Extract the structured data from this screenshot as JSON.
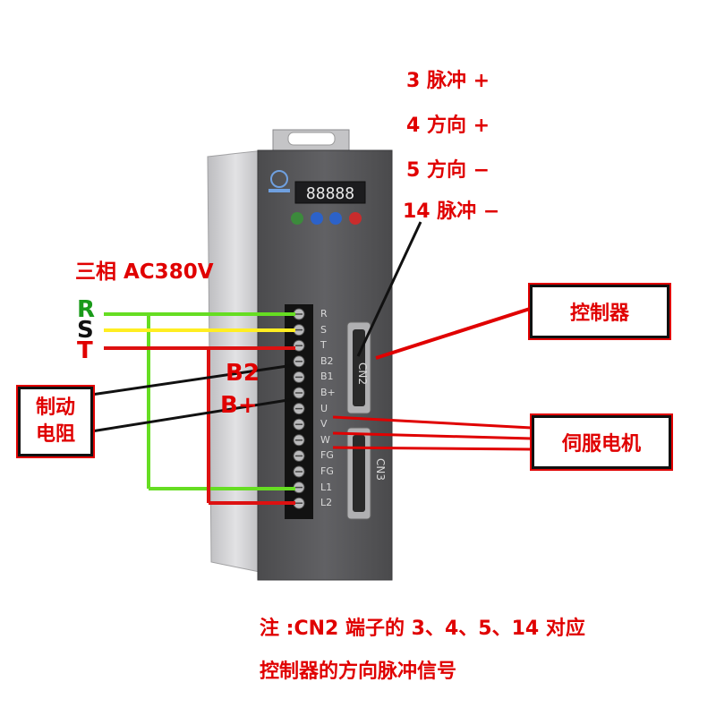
{
  "pulse_signals": [
    "3 脉冲 +",
    "4 方向 +",
    "5 方向 −",
    "14 脉冲 −"
  ],
  "power_title": "三相 AC380V",
  "phases": [
    {
      "label": "R",
      "color": "#1a9a1a"
    },
    {
      "label": "S",
      "color": "#111111"
    },
    {
      "label": "T",
      "color": "#e00000"
    }
  ],
  "brake_resistor": {
    "line1": "制动",
    "line2": "电阻"
  },
  "brake_terminals": [
    "B2",
    "B+"
  ],
  "boxes": {
    "controller": "控制器",
    "servo_motor": "伺服电机"
  },
  "terminal_labels": [
    "R",
    "S",
    "T",
    "B2",
    "B1",
    "B+",
    "U",
    "V",
    "W",
    "FG",
    "FG",
    "L1",
    "L2"
  ],
  "connectors": {
    "cn2": "CN2",
    "cn3": "CN3"
  },
  "display_digits": "88888",
  "note": {
    "line1": "注 :CN2 端子的 3、4、5、14 对应",
    "line2": "控制器的方向脉冲信号"
  },
  "colors": {
    "accent_red": "#e00000",
    "wire_green": "#66dd22",
    "wire_yellow": "#ffee22",
    "wire_red": "#dd1111",
    "drive_body": "#5a5a5c",
    "heatsink": "#c9c9cb"
  }
}
